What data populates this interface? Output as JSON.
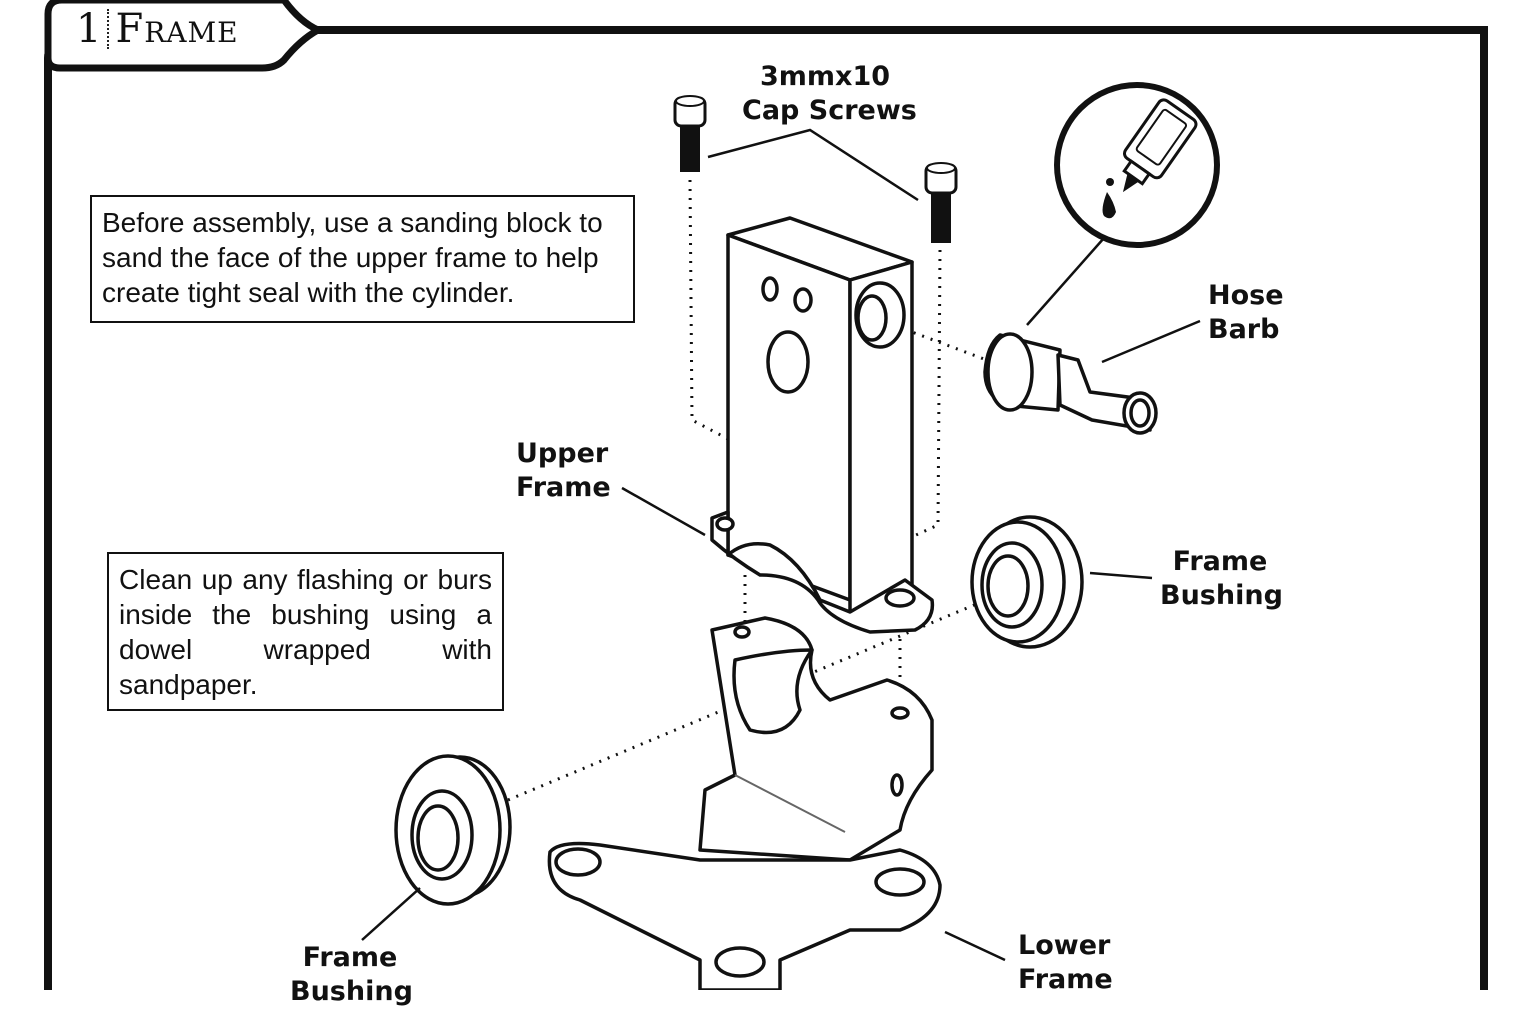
{
  "step": {
    "number": "1",
    "title": "Frame"
  },
  "notes": {
    "sanding": "Before assembly, use a sanding block to sand the face of the upper frame to help create tight seal with the cylinder.",
    "flashing": "Clean up any flashing or burs inside the bushing using a dowel wrapped with sandpaper."
  },
  "labels": {
    "cap_screws": {
      "line1": "3mmx10",
      "line2": "Cap Screws"
    },
    "hose_barb": {
      "line1": "Hose",
      "line2": "Barb"
    },
    "upper_frame": {
      "line1": "Upper",
      "line2": "Frame"
    },
    "frame_bushing_right": {
      "line1": "Frame",
      "line2": "Bushing"
    },
    "frame_bushing_left": {
      "line1": "Frame",
      "line2": "Bushing"
    },
    "lower_frame": {
      "line1": "Lower",
      "line2": "Frame"
    }
  },
  "icons": {
    "glue": "glue-bottle-icon"
  },
  "colors": {
    "ink": "#111111",
    "paper": "#ffffff"
  }
}
